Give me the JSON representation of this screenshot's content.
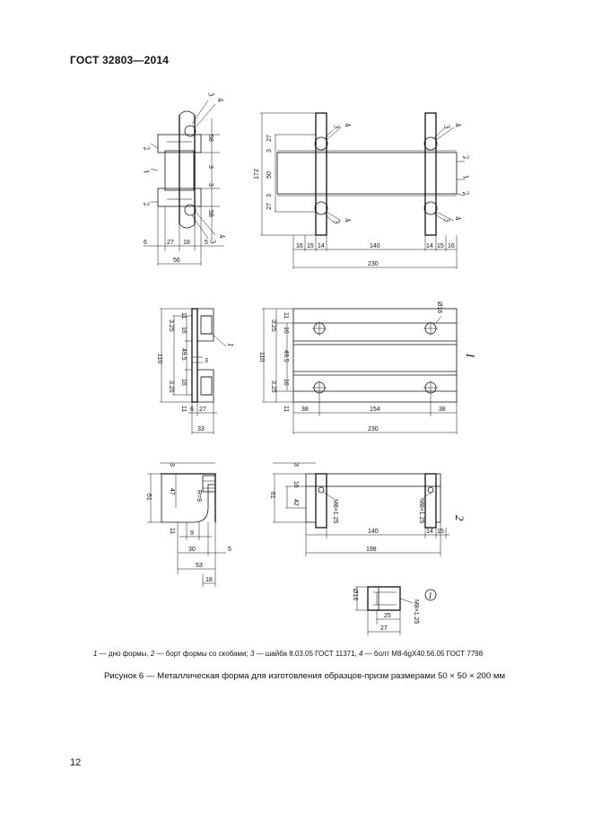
{
  "header": {
    "standard": "ГОСТ 32803—2014"
  },
  "legend": {
    "k1": "1",
    "t1": " — дно формы, ",
    "k2": "2",
    "t2": " — борт формы со скобами; ",
    "k3": "3",
    "t3": " — шайба 8.03.05 ГОСТ 11371, ",
    "k4": "4",
    "t4": " — болт М8-6gХ40.56.05 ГОСТ 7798"
  },
  "caption": "Рисунок 6 — Металлическая форма для изготовления образцов-призм размерами 50 × 50 × 200 мм",
  "page_number": "12",
  "views": {
    "top_left": {
      "dims": [
        "58",
        "3",
        "3",
        "58",
        "6",
        "27",
        "18",
        "5",
        "56"
      ],
      "callouts": [
        "3",
        "4",
        "2",
        "1",
        "2",
        "4",
        "3"
      ]
    },
    "top_right": {
      "dims": [
        "27",
        "3",
        "50",
        "3",
        "27",
        "172",
        "16",
        "15",
        "14",
        "140",
        "14",
        "15",
        "16",
        "230"
      ],
      "callouts": [
        "3",
        "4",
        "3",
        "4",
        "2",
        "1",
        "2",
        "3",
        "4",
        "3",
        "4"
      ]
    },
    "mid_left": {
      "dims": [
        "11",
        "3.25",
        "16",
        "49.5",
        "3",
        "16",
        "3.25",
        "110",
        "11",
        "6",
        "27",
        "33"
      ],
      "callouts": [
        "1"
      ]
    },
    "mid_right": {
      "dims": [
        "11",
        "3.25",
        "16",
        "49.5",
        "110",
        "16",
        "3.25",
        "11",
        "38",
        "154",
        "38",
        "230",
        "Ø16"
      ],
      "view_label": "I"
    },
    "bot_left": {
      "dims": [
        "3",
        "47",
        "61",
        "R=9",
        "11",
        "9",
        "30",
        "5",
        "53",
        "18"
      ]
    },
    "bot_right": {
      "dims": [
        "3",
        "16",
        "61",
        "42",
        "М8×1.25",
        "М8×1.25",
        "140",
        "14",
        "15",
        "198"
      ],
      "view_label": "2"
    },
    "detail": {
      "dims": [
        "Ø16",
        "25",
        "27",
        "М8×1.25"
      ],
      "view_label": "I"
    }
  }
}
